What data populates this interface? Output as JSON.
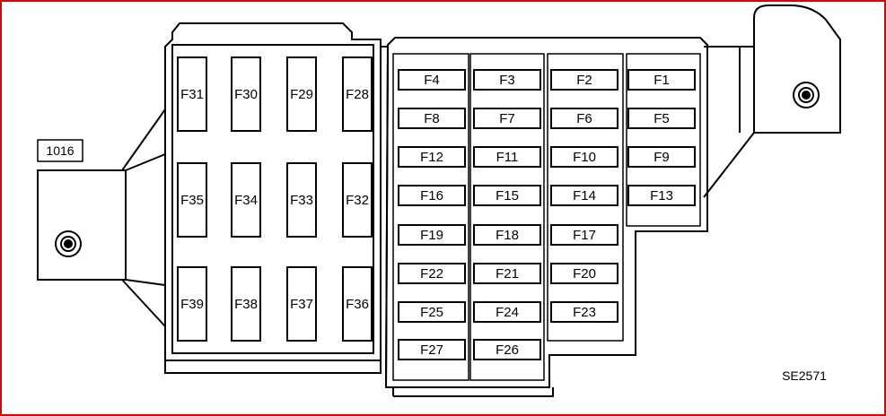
{
  "diagram": {
    "connector_label": "1016",
    "reference_code": "SE2571"
  },
  "fuses": {
    "vertical": [
      {
        "id": "f31",
        "label": "F31"
      },
      {
        "id": "f30",
        "label": "F30"
      },
      {
        "id": "f29",
        "label": "F29"
      },
      {
        "id": "f28",
        "label": "F28"
      },
      {
        "id": "f35",
        "label": "F35"
      },
      {
        "id": "f34",
        "label": "F34"
      },
      {
        "id": "f33",
        "label": "F33"
      },
      {
        "id": "f32",
        "label": "F32"
      },
      {
        "id": "f39",
        "label": "F39"
      },
      {
        "id": "f38",
        "label": "F38"
      },
      {
        "id": "f37",
        "label": "F37"
      },
      {
        "id": "f36",
        "label": "F36"
      }
    ],
    "horizontal": [
      {
        "id": "f4",
        "label": "F4"
      },
      {
        "id": "f8",
        "label": "F8"
      },
      {
        "id": "f12",
        "label": "F12"
      },
      {
        "id": "f16",
        "label": "F16"
      },
      {
        "id": "f19",
        "label": "F19"
      },
      {
        "id": "f22",
        "label": "F22"
      },
      {
        "id": "f25",
        "label": "F25"
      },
      {
        "id": "f27",
        "label": "F27"
      },
      {
        "id": "f3",
        "label": "F3"
      },
      {
        "id": "f7",
        "label": "F7"
      },
      {
        "id": "f11",
        "label": "F11"
      },
      {
        "id": "f15",
        "label": "F15"
      },
      {
        "id": "f18",
        "label": "F18"
      },
      {
        "id": "f21",
        "label": "F21"
      },
      {
        "id": "f24",
        "label": "F24"
      },
      {
        "id": "f26",
        "label": "F26"
      },
      {
        "id": "f2",
        "label": "F2"
      },
      {
        "id": "f6",
        "label": "F6"
      },
      {
        "id": "f10",
        "label": "F10"
      },
      {
        "id": "f14",
        "label": "F14"
      },
      {
        "id": "f17",
        "label": "F17"
      },
      {
        "id": "f20",
        "label": "F20"
      },
      {
        "id": "f23",
        "label": "F23"
      },
      {
        "id": "f1",
        "label": "F1"
      },
      {
        "id": "f5",
        "label": "F5"
      },
      {
        "id": "f9",
        "label": "F9"
      },
      {
        "id": "f13",
        "label": "F13"
      }
    ]
  }
}
